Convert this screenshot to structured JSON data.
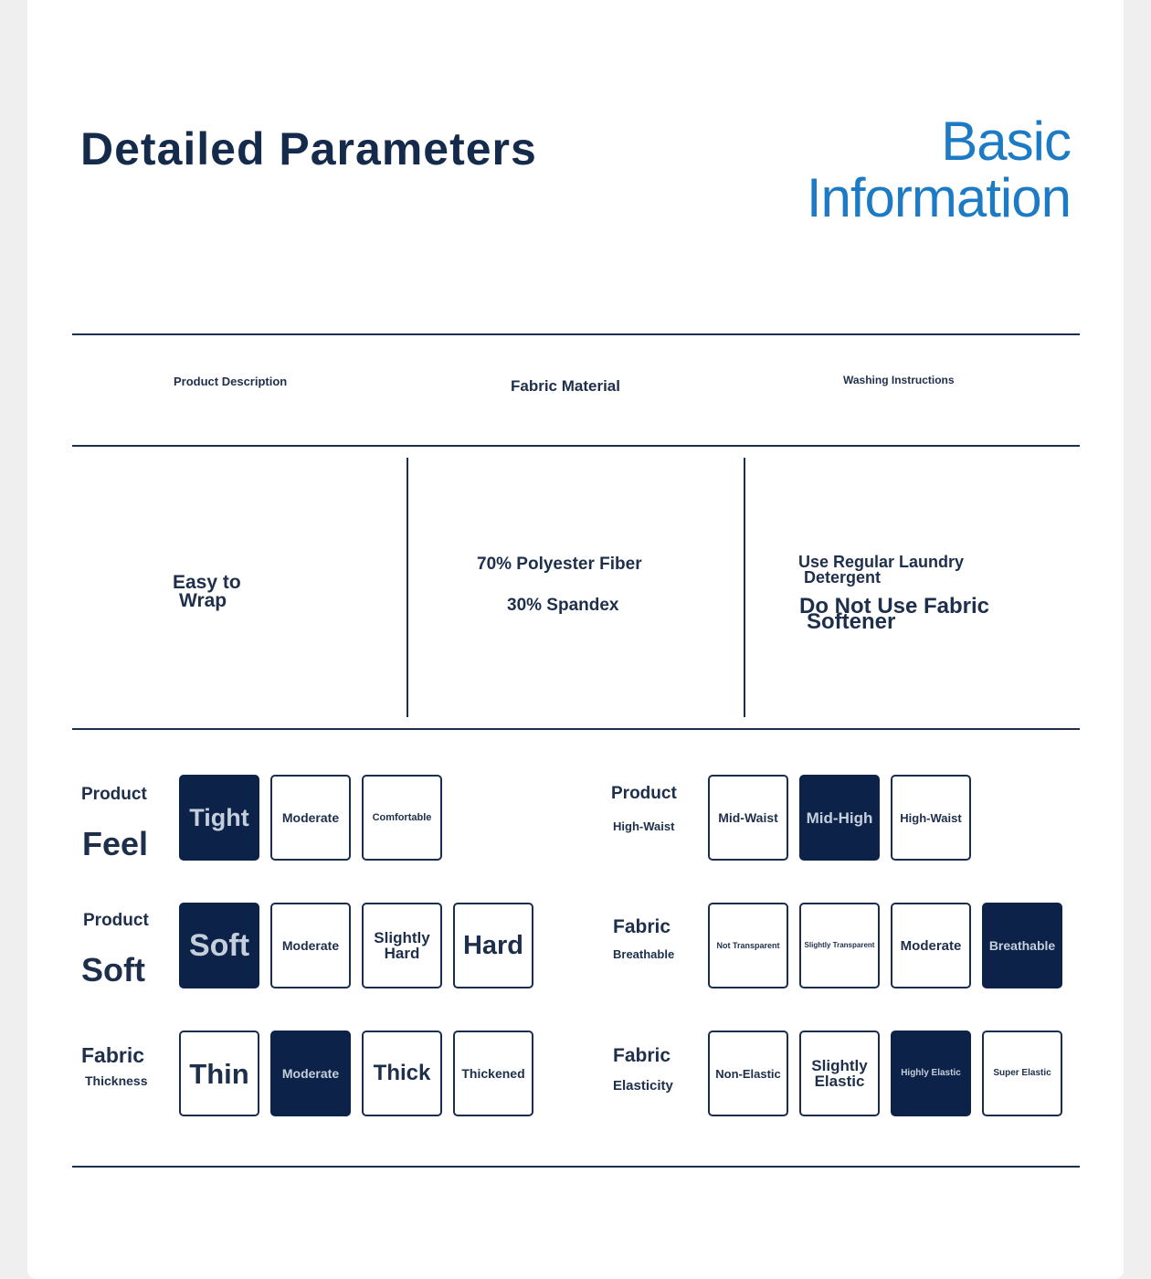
{
  "header": {
    "title": "Detailed Parameters",
    "subtitle_line1": "Basic",
    "subtitle_line2": "Information"
  },
  "columns": [
    {
      "heading": "Product Description",
      "value_line1": "Easy to",
      "value_line2": "Wrap"
    },
    {
      "heading": "Fabric Material",
      "value_line1": "70% Polyester Fiber",
      "value_line2": "30% Spandex"
    },
    {
      "heading": "Washing Instructions",
      "value_line1": "Use Regular Laundry",
      "value_line2": "Detergent",
      "value_line3": "Do Not Use Fabric",
      "value_line4": "Softener"
    }
  ],
  "params": {
    "product_feel": {
      "top": "Product",
      "sub": "Feel",
      "options": [
        "Tight",
        "Moderate",
        "Comfortable"
      ],
      "selected": "Tight"
    },
    "product_waist": {
      "top": "Product",
      "sub": "High-Waist",
      "options": [
        "Mid-Waist",
        "Mid-High",
        "High-Waist"
      ],
      "selected": "Mid-High"
    },
    "product_soft": {
      "top": "Product",
      "sub": "Soft",
      "options": [
        "Soft",
        "Moderate",
        "Slightly Hard",
        "Hard"
      ],
      "option3_line1": "Slightly",
      "option3_line2": "Hard",
      "selected": "Soft"
    },
    "fabric_breathable": {
      "top": "Fabric",
      "sub": "Breathable",
      "options": [
        "Not Transparent",
        "Slightly Transparent",
        "Moderate",
        "Breathable"
      ],
      "selected": "Breathable"
    },
    "fabric_thickness": {
      "top": "Fabric",
      "sub": "Thickness",
      "options": [
        "Thin",
        "Moderate",
        "Thick",
        "Thickened"
      ],
      "selected": "Moderate"
    },
    "fabric_elasticity": {
      "top": "Fabric",
      "sub": "Elasticity",
      "options": [
        "Non-Elastic",
        "Slightly Elastic",
        "Highly Elastic",
        "Super Elastic"
      ],
      "option2_line1": "Slightly",
      "option2_line2": "Elastic",
      "selected": "Highly Elastic"
    }
  },
  "colors": {
    "accent_blue": "#1c7bc4",
    "navy": "#0c2248",
    "text": "#1e2f4c"
  }
}
